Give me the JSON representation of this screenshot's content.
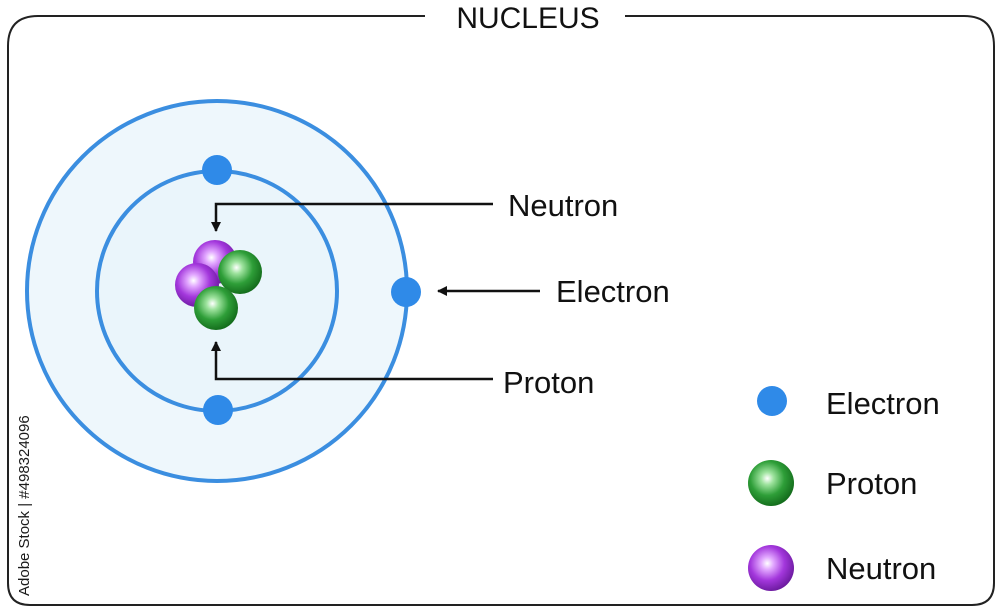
{
  "title": "NUCLEUS",
  "callouts": {
    "neutron": "Neutron",
    "electron": "Electron",
    "proton": "Proton"
  },
  "legend": [
    {
      "label": "Electron",
      "kind": "electron"
    },
    {
      "label": "Proton",
      "kind": "proton"
    },
    {
      "label": "Neutron",
      "kind": "neutron"
    }
  ],
  "watermark": "Adobe Stock | #498324096",
  "colors": {
    "electron": "#2f8ae8",
    "orbit": "#3b8ee0",
    "orbit_fill": "#eef7fc",
    "proton": "#1f8a2a",
    "neutron": "#a233d8",
    "frame": "#222222",
    "arrow": "#111111"
  }
}
